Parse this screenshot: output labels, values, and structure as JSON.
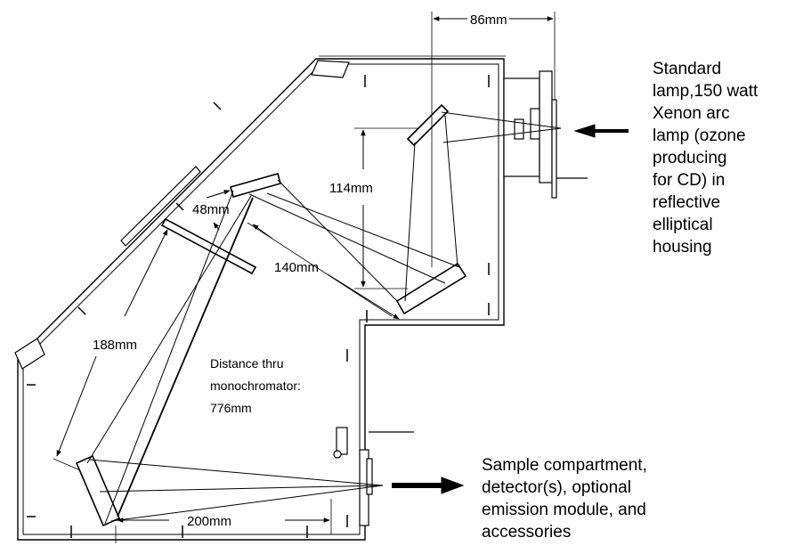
{
  "labels": {
    "dim_86": "86mm",
    "dim_114": "114mm",
    "dim_48": "48mm",
    "dim_140": "140mm",
    "dim_188": "188mm",
    "dim_200": "200mm"
  },
  "distance_note": {
    "line1": "Distance thru",
    "line2": "monochromator:",
    "line3": "776mm"
  },
  "lamp_text": {
    "line1": "Standard",
    "line2": "lamp,150 watt",
    "line3": "Xenon arc",
    "line4": "lamp (ozone",
    "line5": "producing",
    "line6": "for CD) in",
    "line7": "reflective",
    "line8": "elliptical",
    "line9": "housing"
  },
  "sample_text": {
    "line1": "Sample compartment,",
    "line2": "detector(s), optional",
    "line3": "emission module, and",
    "line4": "accessories"
  }
}
